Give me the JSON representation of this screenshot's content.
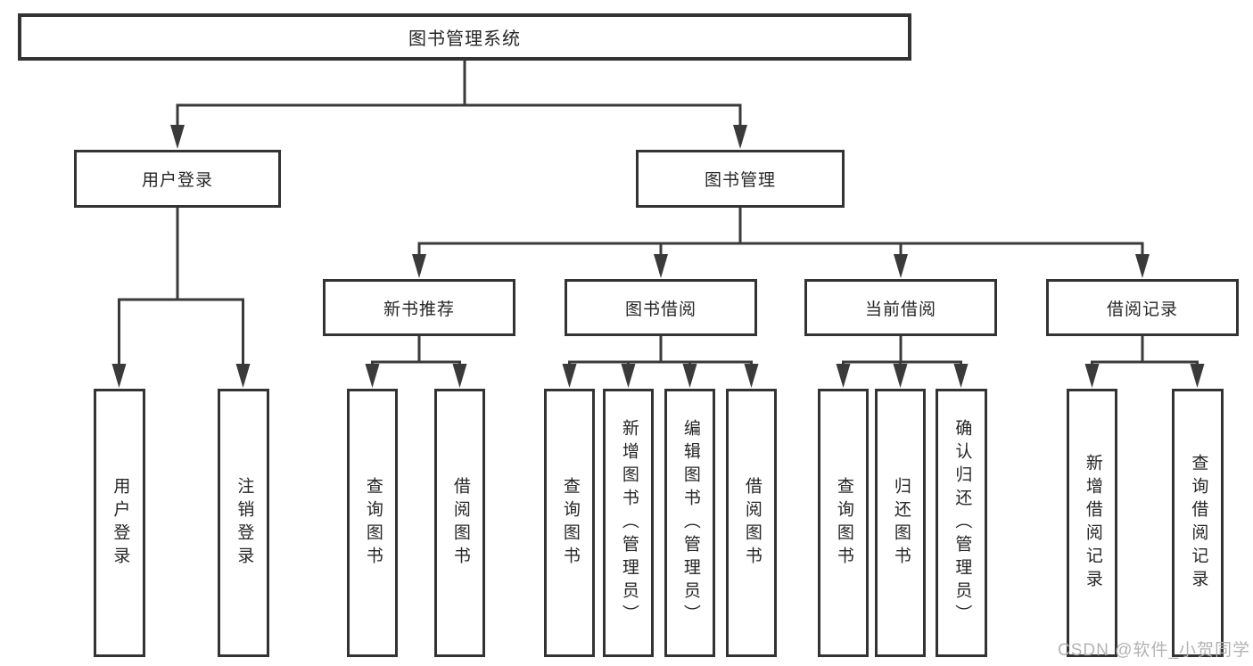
{
  "tree": {
    "root": {
      "label": "图书管理系统"
    },
    "branches": [
      {
        "label": "用户登录",
        "leaves": [
          {
            "label": "用户登录"
          },
          {
            "label": "注销登录"
          }
        ]
      },
      {
        "label": "图书管理",
        "groups": [
          {
            "label": "新书推荐",
            "leaves": [
              {
                "label": "查询图书"
              },
              {
                "label": "借阅图书"
              }
            ]
          },
          {
            "label": "图书借阅",
            "leaves": [
              {
                "label": "查询图书"
              },
              {
                "label": "新增图书（管理员）"
              },
              {
                "label": "编辑图书（管理员）"
              },
              {
                "label": "借阅图书"
              }
            ]
          },
          {
            "label": "当前借阅",
            "leaves": [
              {
                "label": "查询图书"
              },
              {
                "label": "归还图书"
              },
              {
                "label": "确认归还（管理员）"
              }
            ]
          },
          {
            "label": "借阅记录",
            "leaves": [
              {
                "label": "新增借阅记录"
              },
              {
                "label": "查询借阅记录"
              }
            ]
          }
        ]
      }
    ]
  },
  "watermark": {
    "text": "CSDN @软件_小贺同学"
  },
  "colors": {
    "line": "#3a3a3a",
    "box_border": "#333333",
    "text": "#262626",
    "watermark": "#b3b3b3",
    "background": "#ffffff"
  }
}
